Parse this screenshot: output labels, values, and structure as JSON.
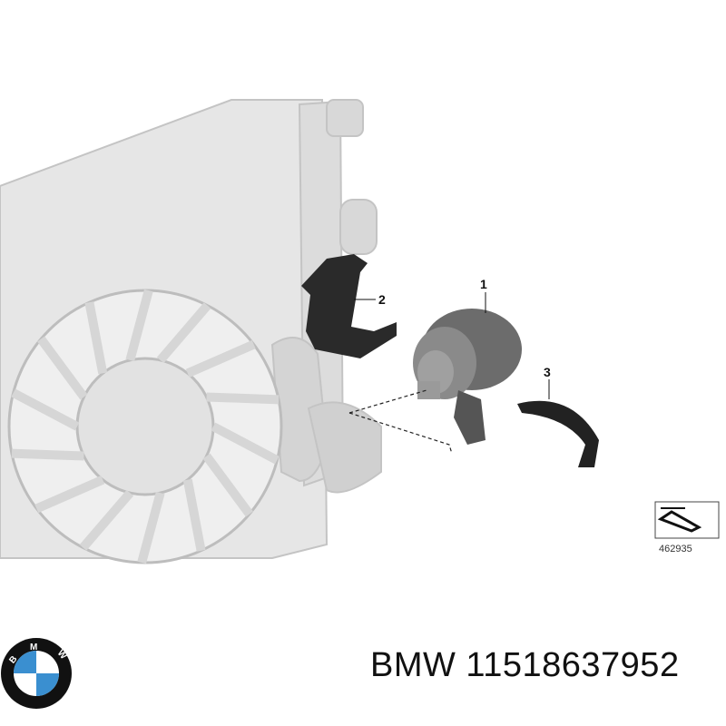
{
  "diagram": {
    "callouts": [
      "1",
      "2",
      "3"
    ],
    "reference_number": "462935"
  },
  "brand": {
    "logo_letters": "BMW",
    "colors": {
      "blue": "#3a8fd0",
      "ring": "#111111"
    }
  },
  "caption": {
    "text": "BMW 11518637952"
  }
}
